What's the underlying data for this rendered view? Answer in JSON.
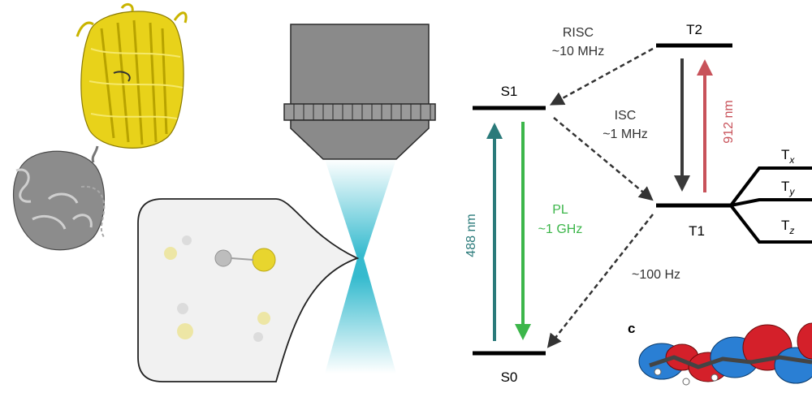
{
  "levels": {
    "s1": "S1",
    "s0": "S0",
    "t1": "T1",
    "t2": "T2",
    "tx": {
      "base": "T",
      "sub": "x"
    },
    "ty": {
      "base": "T",
      "sub": "y"
    },
    "tz": {
      "base": "T",
      "sub": "z"
    }
  },
  "transitions": {
    "risc_name": "RISC",
    "risc_rate": "~10 MHz",
    "isc_name": "ISC",
    "isc_rate": "~1 MHz",
    "pl_name": "PL",
    "pl_rate": "~1 GHz",
    "excitation": "488 nm",
    "t1_t2": "912 nm",
    "decay": "~100 Hz"
  },
  "panel_label": "c",
  "colors": {
    "protein_yellow": "#e8d21a",
    "protein_gray": "#8c8c8c",
    "objective": "#8a8a8a",
    "beam": "#1fb3c9",
    "excitation_arrow": "#2a7a7a",
    "pl_arrow": "#3cb64a",
    "t1_t2_arrow": "#c8525a",
    "orbital_red": "#d4202a",
    "orbital_blue": "#2a7fd4"
  }
}
